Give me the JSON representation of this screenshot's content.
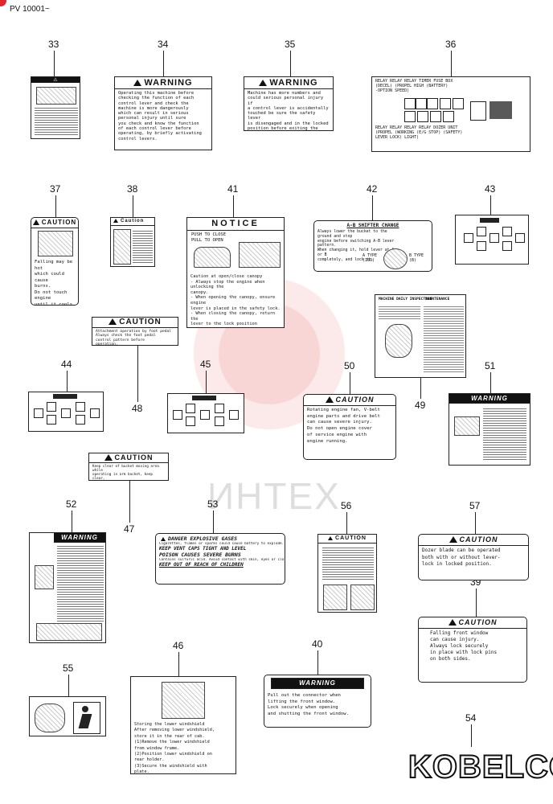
{
  "header": {
    "serial": "PV 10001~"
  },
  "watermark": {
    "text": "ИНТЕХ"
  },
  "logo": {
    "text": "KOBELCO"
  },
  "callouts": {
    "n33": "33",
    "n34": "34",
    "n35": "35",
    "n36": "36",
    "n37": "37",
    "n38": "38",
    "n41": "41",
    "n42": "42",
    "n43": "43",
    "n44": "44",
    "n45": "45",
    "n48": "48",
    "n49": "49",
    "n50": "50",
    "n51": "51",
    "n47": "47",
    "n52": "52",
    "n53": "53",
    "n56": "56",
    "n57": "57",
    "n39": "39",
    "n55": "55",
    "n46": "46",
    "n40": "40",
    "n54": "54"
  },
  "labels": {
    "l34": {
      "header": "WARNING",
      "body": "Operating this machine before\nchecking the function of each\ncontrol lever and check the\nmachine is more dangerously\nwhich can result in serious\npersonal injury until sure\nyou check and know the function\nof each control lever before\noperating, by briefly activating\ncontrol levers."
    },
    "l35": {
      "header": "WARNING",
      "body": "Machine has more numbers and\ncould serious personal injury if\na control lever is accidentally\ntouched be sure the safety lever\nis disengaged and in the locked\nposition before exiting the cab."
    },
    "l36": {
      "top": "RELAY   RELAY    RELAY        TIMER  FUSE BOX\n(DECEL)  (PROPEL HIGH  (BATTERY)\n-OPTION    SPEED)",
      "bottom": "RELAY    RELAY     RELAY    RELAY   DOZER UNIT\n(PROPEL  (WORKING  (E/G STOP) (SAFETY)\nLEVER LOCK) LIGHT)"
    },
    "l37": {
      "header": "CAUTION",
      "body": "Falling may be hot\nwhich could cause\nburns.\nDo not touch engine\nuntil it cools down."
    },
    "l38": {
      "header": "Caution"
    },
    "l41": {
      "header": "NOTICE",
      "t1": "PUSH TO CLOSE",
      "t2": "PULL TO OPEN",
      "body": "Caution at open/close canopy\n- Always stop the engine when unlocking the\n  canopy.\n- When opening the canopy, ensure engine\n  lever is placed in the safety lock.\n- When closing the canopy, return the\n  lever to the lock position securely."
    },
    "l42": {
      "header": "A-B SHIFTER CHANGE",
      "body": "Always lower the bucket to the ground and stop\nengine before switching A-B lever pattern.\nWhen changing it, hold lever at A or B\ncompletely, and lock it.",
      "a": "A TYPE\n(ISO)",
      "b": "B TYPE\n(B)"
    },
    "l48": {
      "header": "CAUTION",
      "body": "Attachment operation by foot pedal\nAlways check the foot pedal\ncontrol pattern before\noperation.\nAlways read operators manual\nbefore operating machine."
    },
    "l49": {
      "left": "MACHINE DAILY INSPECTION",
      "right": "MAINTENANCE"
    },
    "l50": {
      "header": "CAUTION",
      "body": "Rotating engine fan, V-belt\nengine parts and drive belt\ncan cause severe injury.\nDo not open engine cover\nof service engine with\nengine running."
    },
    "l51": {
      "header": "WARNING"
    },
    "l47": {
      "header": "CAUTION",
      "body": "Keep clear of bucket moving area while\noperating in arm bucket, keep clear,\nbucket may hit cab glass while the arm\nis close to the cab."
    },
    "l52": {
      "header": "WARNING"
    },
    "l53": {
      "d1": "DANGER EXPLOSIVE GASES",
      "t1": "Cigarettes, flames or sparks could cause battery to explode.",
      "k1": "KEEP VENT CAPS TIGHT AND LEVEL",
      "p1": "POISON CAUSES SEVERE BURNS",
      "t2": "Contains sulfuric acid. Avoid contact with skin, eyes or clothing.",
      "k2": "KEEP OUT OF REACH OF CHILDREN"
    },
    "l56": {
      "header": "CAUTION"
    },
    "l57": {
      "header": "CAUTION",
      "body": "Dozer blade can be operated\nboth with or without lever-\nlock in locked position."
    },
    "l39": {
      "header": "CAUTION",
      "body": "Falling front window\ncan cause injury.\nAlways lock securely\nin place with lock pins\non both sides."
    },
    "l46": {
      "body": "Storing the lower windshield\nAfter removing lower windshield,\nstore it in the rear of cab.\n(1)Remove the lower windshield\n   from window frame.\n(2)Position lower windshield on\n   rear holder.\n(3)Secure the windshield with\n   plate."
    },
    "l40": {
      "header": "WARNING",
      "body": "Pull out the connector when\nlifting the front window.\nLock securely when opening\nand shutting the front window."
    }
  },
  "colors": {
    "accent": "#e0282f",
    "ink": "#111111",
    "watermark": "#f3b8b8"
  }
}
